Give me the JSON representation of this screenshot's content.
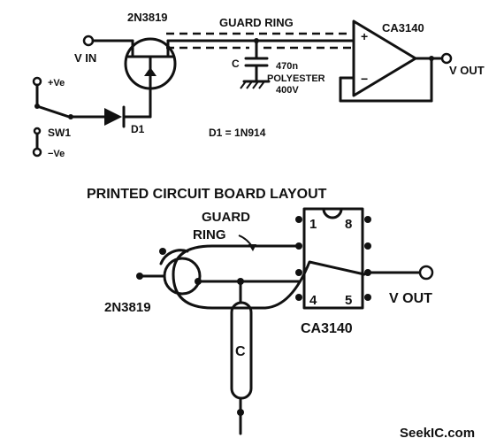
{
  "schematic": {
    "jfet_label": "2N3819",
    "guard_label": "GUARD RING",
    "opamp_label": "CA3140",
    "vin_label": "V IN",
    "vout_label": "V OUT",
    "cap_label": "C",
    "cap_value": "470n",
    "cap_type": "POLYESTER",
    "cap_voltage": "400V",
    "plus_sign": "+",
    "minus_sign": "−",
    "pos_supply": "+Ve",
    "neg_supply": "−Ve",
    "switch_label": "SW1",
    "diode_label": "D1",
    "diode_note": "D1 = 1N914"
  },
  "pcb": {
    "title": "PRINTED CIRCUIT BOARD LAYOUT",
    "guard_line1": "GUARD",
    "guard_line2": "RING",
    "jfet_label": "2N3819",
    "cap_label": "C",
    "vout_label": "V OUT",
    "ic_label": "CA3140",
    "pin1": "1",
    "pin8": "8",
    "pin4": "4",
    "pin5": "5"
  },
  "watermark": "SeekIC.com"
}
